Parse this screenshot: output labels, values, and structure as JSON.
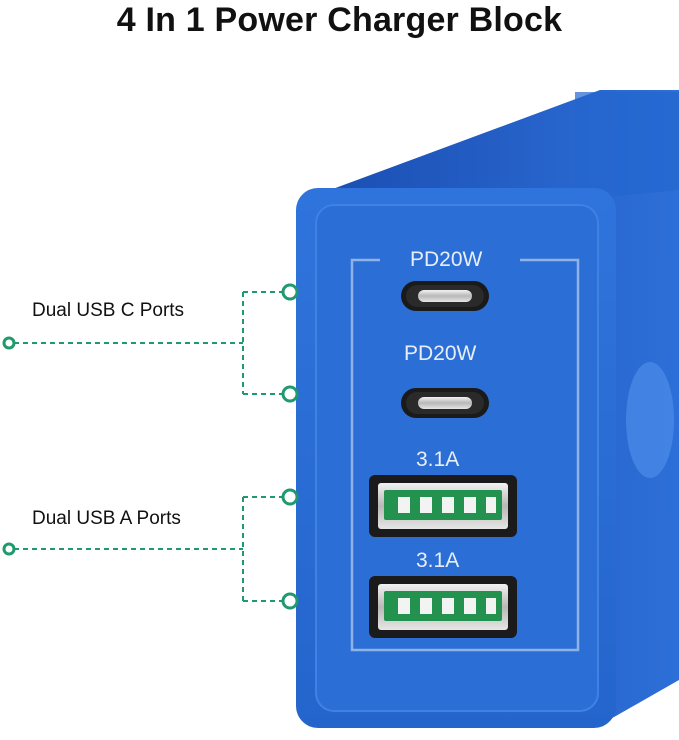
{
  "title": "4 In 1 Power Charger Block",
  "callouts": {
    "usb_c_label": "Dual USB C Ports",
    "usb_a_label": "Dual USB A Ports"
  },
  "ports": [
    {
      "type": "usb-c",
      "label": "PD20W"
    },
    {
      "type": "usb-c",
      "label": "PD20W"
    },
    {
      "type": "usb-a",
      "label": "3.1A"
    },
    {
      "type": "usb-a",
      "label": "3.1A"
    }
  ],
  "colors": {
    "body_blue": "#1f5fc7",
    "face_blue": "#2b6fd6",
    "callout_green": "#1f9a6f",
    "port_green": "#1f8f55"
  }
}
